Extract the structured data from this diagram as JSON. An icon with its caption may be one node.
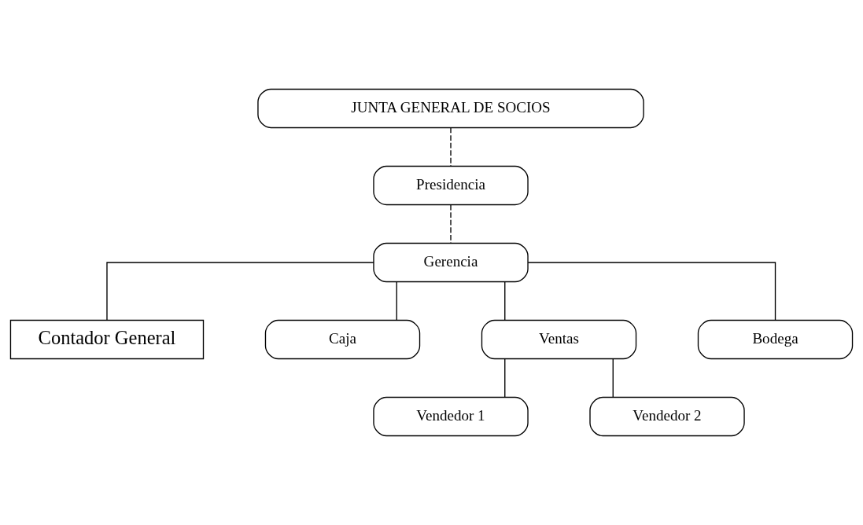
{
  "diagram": {
    "nodes": [
      {
        "text": [
          "JUNTA GENERAL DE SOCIOS"
        ]
      },
      {
        "text": [
          "Presidencia"
        ]
      },
      {
        "text": [
          "Gerencia"
        ]
      },
      {
        "text": [
          "Contador General"
        ]
      },
      {
        "text": [
          "Caja"
        ]
      },
      {
        "text": [
          "Ventas"
        ]
      },
      {
        "text": [
          "Bodega"
        ]
      },
      {
        "text": [
          "Vendedor 1"
        ]
      },
      {
        "text": [
          "Vendedor 2"
        ]
      }
    ],
    "edges": [
      {
        "from": 0,
        "to": 1,
        "arrow": "none",
        "style": "dashed"
      },
      {
        "from": 1,
        "to": 2,
        "arrow": "none",
        "style": "dashed"
      },
      {
        "from": 2,
        "to": 3,
        "arrow": "none"
      },
      {
        "from": 2,
        "to": 4,
        "arrow": "none"
      },
      {
        "from": 2,
        "to": 5,
        "arrow": "none"
      },
      {
        "from": 2,
        "to": 6,
        "arrow": "none"
      },
      {
        "from": 5,
        "to": 7,
        "arrow": "none"
      },
      {
        "from": 5,
        "to": 8,
        "arrow": "none"
      }
    ]
  }
}
